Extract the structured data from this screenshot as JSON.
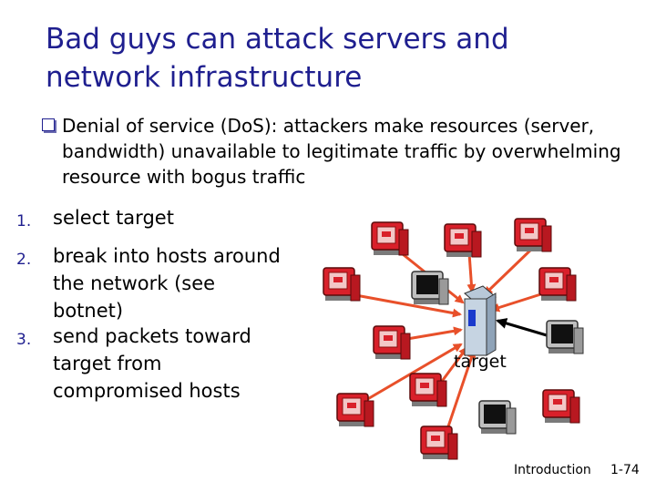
{
  "title": "Bad guys can attack servers and network infrastructure",
  "bullet": "Denial of service (DoS): attackers make resources (server, bandwidth) unavailable to legitimate traffic by overwhelming resource with bogus traffic",
  "steps": [
    {
      "num": "1.",
      "text": "select target"
    },
    {
      "num": "2.",
      "text": "break into hosts around the network (see botnet)"
    },
    {
      "num": "3.",
      "text": "send packets toward target from compromised hosts"
    }
  ],
  "diagram": {
    "target_label": "target",
    "arrow_color": "#e8502a",
    "host_color": "#d9202a"
  },
  "footer": {
    "section": "Introduction",
    "page": "1-74"
  }
}
